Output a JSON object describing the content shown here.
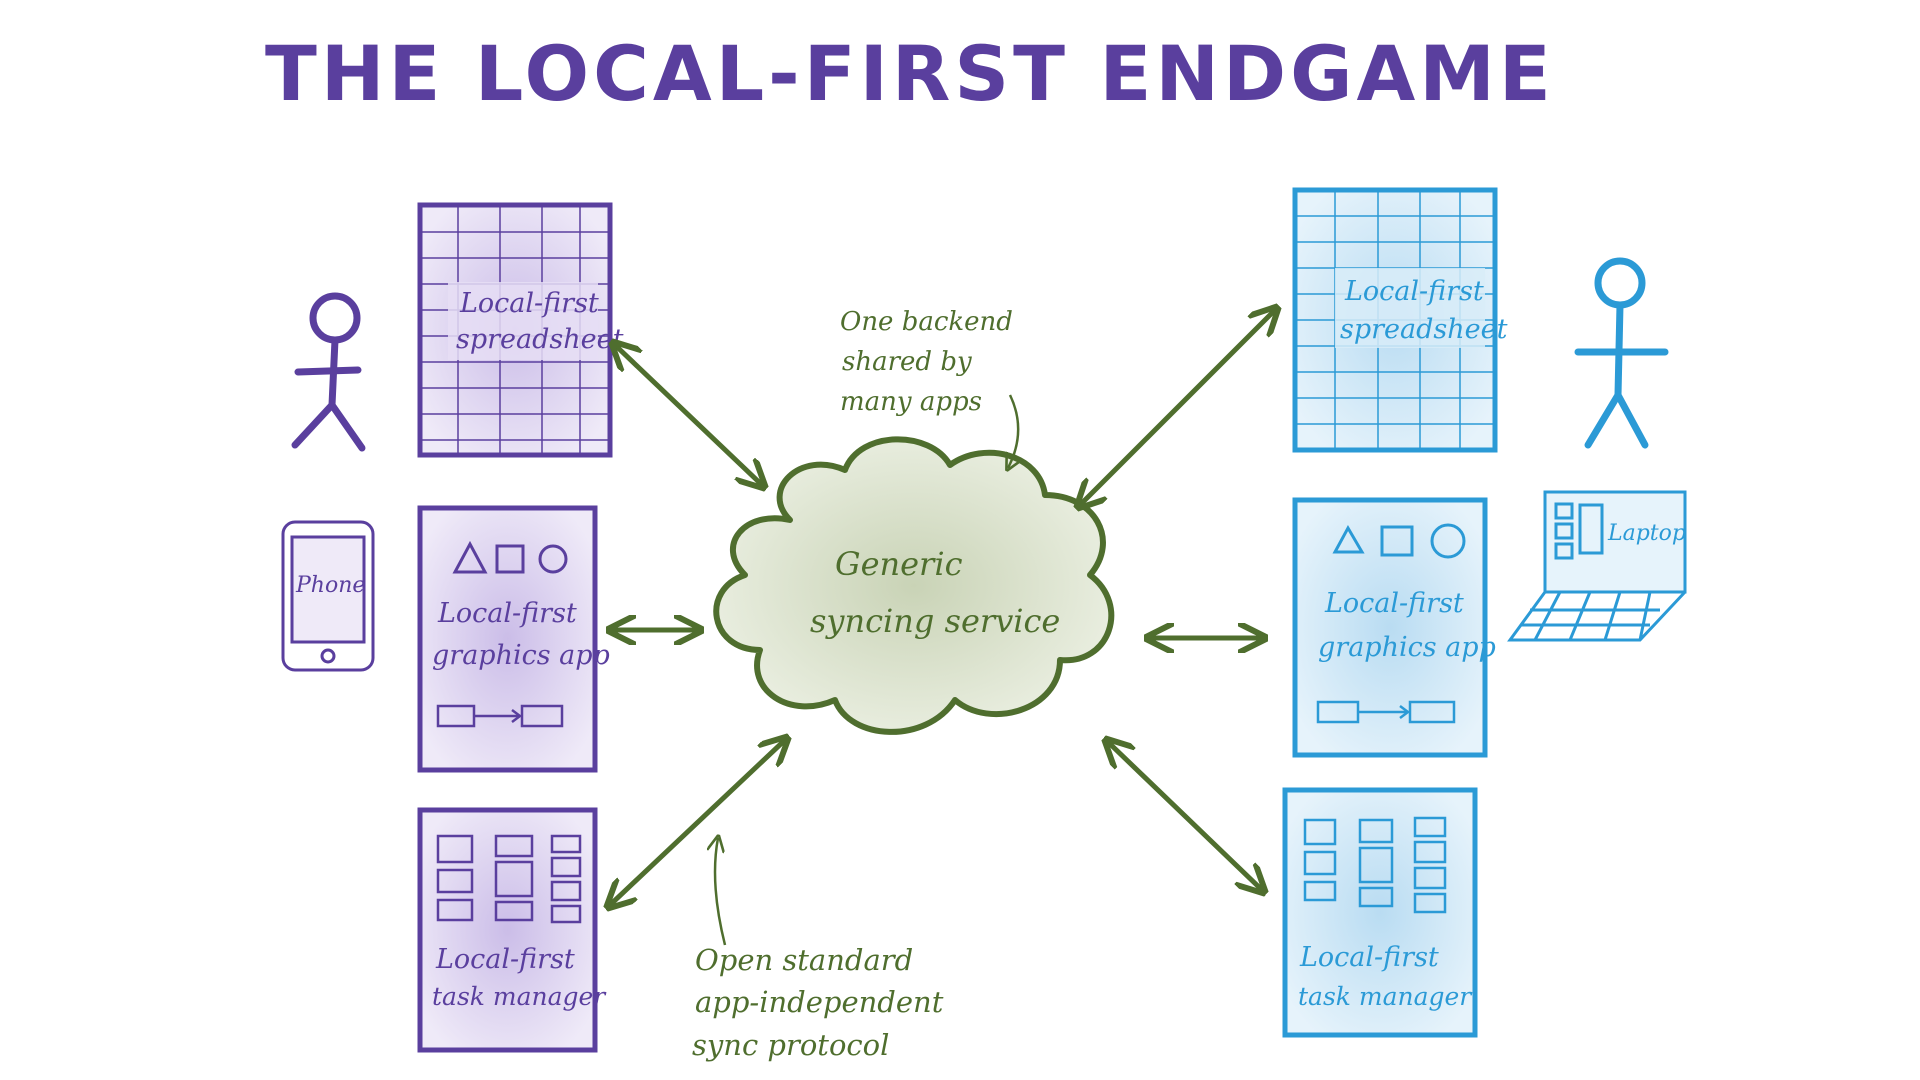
{
  "title": "THE LOCAL-FIRST ENDGAME",
  "colors": {
    "purple": "#5a3f9e",
    "purple_fill": "#d9cfee",
    "blue": "#2b9ad6",
    "blue_fill": "#cfe7f6",
    "green": "#4f6e2e",
    "cloud_fill": "#dfe6d3"
  },
  "cloud": {
    "line1": "Generic",
    "line2": "syncing service"
  },
  "left_apps": {
    "spreadsheet": {
      "line1": "Local-first",
      "line2": "spreadsheet"
    },
    "graphics": {
      "line1": "Local-first",
      "line2": "graphics app"
    },
    "tasks": {
      "line1": "Local-first",
      "line2": "task manager"
    }
  },
  "right_apps": {
    "spreadsheet": {
      "line1": "Local-first",
      "line2": "spreadsheet"
    },
    "graphics": {
      "line1": "Local-first",
      "line2": "graphics app"
    },
    "tasks": {
      "line1": "Local-first",
      "line2": "task manager"
    }
  },
  "devices": {
    "phone": "Phone",
    "laptop": "Laptop"
  },
  "notes": {
    "backend": [
      "One backend",
      "shared by",
      "many apps"
    ],
    "protocol": [
      "Open standard",
      "app-independent",
      "sync protocol"
    ]
  },
  "icons": [
    "stick-figure-icon",
    "phone-icon",
    "laptop-icon",
    "cloud-icon",
    "spreadsheet-grid-icon",
    "shapes-icon",
    "kanban-icon"
  ]
}
